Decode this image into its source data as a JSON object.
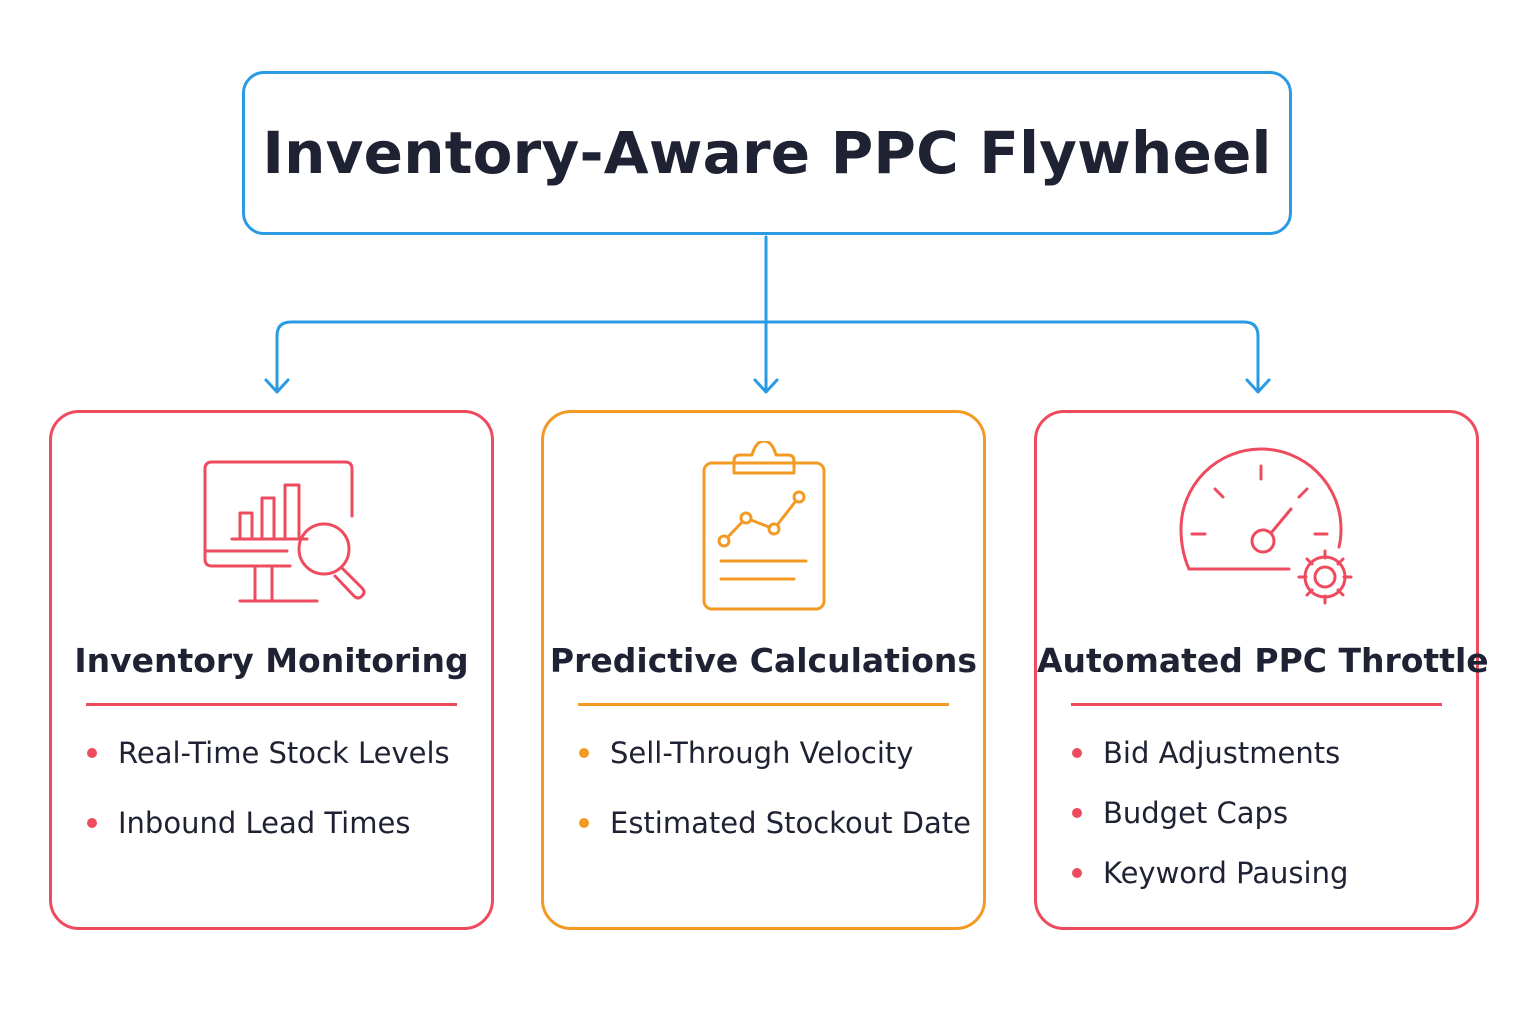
{
  "title": "Inventory-Aware PPC Flywheel",
  "colors": {
    "connector": "#2a9be3",
    "red": "#ee4b5e",
    "orange": "#f39a25"
  },
  "cards": [
    {
      "title": "Inventory Monitoring",
      "icon": "monitor-chart-search-icon",
      "accent": "#ee4b5e",
      "items": [
        "Real-Time Stock Levels",
        "Inbound Lead Times"
      ]
    },
    {
      "title": "Predictive Calculations",
      "icon": "clipboard-trend-icon",
      "accent": "#f39a25",
      "items": [
        "Sell-Through Velocity",
        "Estimated Stockout Date"
      ]
    },
    {
      "title": "Automated PPC Throttle",
      "icon": "speedometer-gear-icon",
      "accent": "#ee4b5e",
      "items": [
        "Bid Adjustments",
        "Budget Caps",
        "Keyword Pausing"
      ]
    }
  ]
}
